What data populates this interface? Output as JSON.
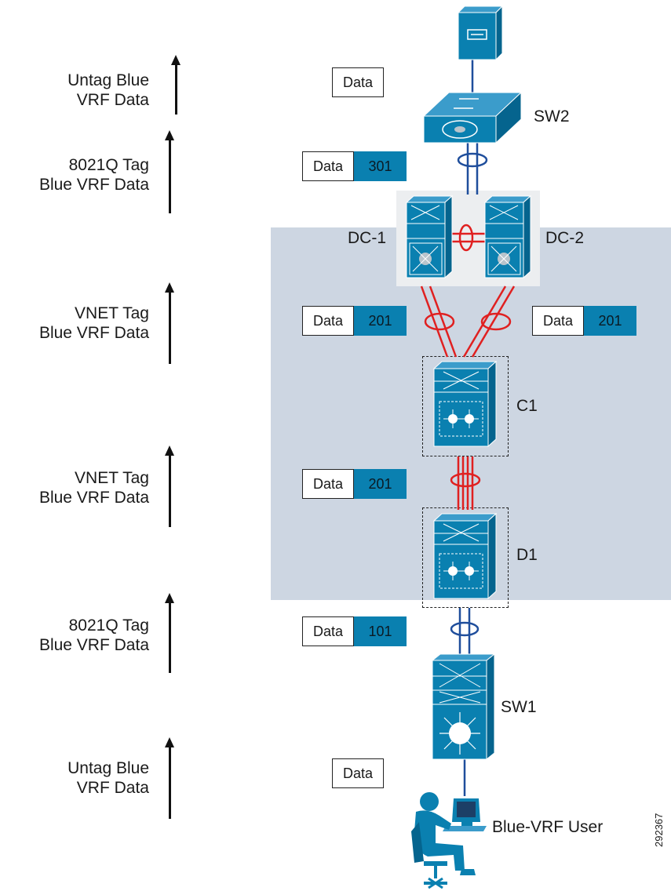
{
  "stages": [
    {
      "line1": "Untag Blue",
      "line2": "VRF Data",
      "frame": {
        "data": "Data",
        "tag": ""
      }
    },
    {
      "line1": "8021Q Tag",
      "line2": "Blue VRF Data",
      "frame": {
        "data": "Data",
        "tag": "301"
      }
    },
    {
      "line1": "VNET Tag",
      "line2": "Blue VRF Data",
      "frame": {
        "data": "Data",
        "tag": "201"
      },
      "frame_right": {
        "data": "Data",
        "tag": "201"
      }
    },
    {
      "line1": "VNET Tag",
      "line2": "Blue VRF Data",
      "frame": {
        "data": "Data",
        "tag": "201"
      }
    },
    {
      "line1": "8021Q Tag",
      "line2": "Blue VRF Data",
      "frame": {
        "data": "Data",
        "tag": "101"
      }
    },
    {
      "line1": "Untag Blue",
      "line2": "VRF Data",
      "frame": {
        "data": "Data",
        "tag": ""
      }
    }
  ],
  "devices": {
    "sw2": "SW2",
    "dc1": "DC-1",
    "dc2": "DC-2",
    "c1": "C1",
    "d1": "D1",
    "sw1": "SW1",
    "user": "Blue-VRF User"
  },
  "figure_id": "292367",
  "colors": {
    "device_blue": "#0a80b0",
    "tag_blue": "#0a80b0",
    "link_blue": "#1f4e9c",
    "link_red": "#e02020",
    "shade": "#cdd6e2"
  }
}
